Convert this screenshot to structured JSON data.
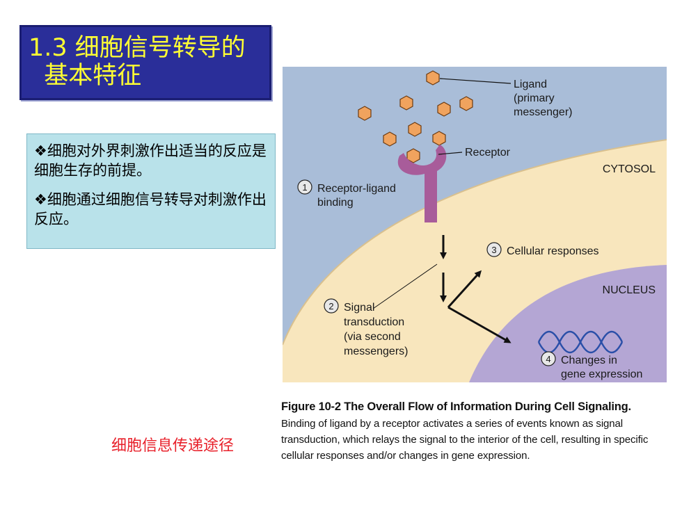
{
  "slide": {
    "title": "1.3 细胞信号转导的\n  基本特征",
    "bullets": [
      "❖细胞对外界刺激作出适当的反应是细胞生存的前提。",
      "❖细胞通过细胞信号转导对刺激作出反应。"
    ],
    "caption_cn": "细胞信息传递途径"
  },
  "figure": {
    "ligand_label": [
      "Ligand",
      "(primary",
      "messenger)"
    ],
    "receptor_label": "Receptor",
    "cytosol_label": "CYTOSOL",
    "nucleus_label": "NUCLEUS",
    "step1": {
      "num": "1",
      "lines": [
        "Receptor-ligand",
        "binding"
      ]
    },
    "step2": {
      "num": "2",
      "lines": [
        "Signal",
        "transduction",
        "(via second",
        "messengers)"
      ]
    },
    "step3": {
      "num": "3",
      "lines": [
        "Cellular responses"
      ]
    },
    "step4": {
      "num": "4",
      "lines": [
        "Changes in",
        "gene expression"
      ]
    },
    "caption_title": "Figure 10-2   The Overall Flow of Information During Cell Signaling.",
    "caption_body": "Binding of ligand by a receptor activates a series of events known as signal transduction, which relays the signal to the interior of the cell, resulting in specific cellular responses and/or changes in gene expression.",
    "colors": {
      "outside": "#a9bdd8",
      "cytosol": "#f8e6bd",
      "nucleus": "#b4a6d4",
      "ligand": "#f0a35e",
      "receptor": "#a85c9a",
      "dna": "#2a4fa8"
    }
  }
}
